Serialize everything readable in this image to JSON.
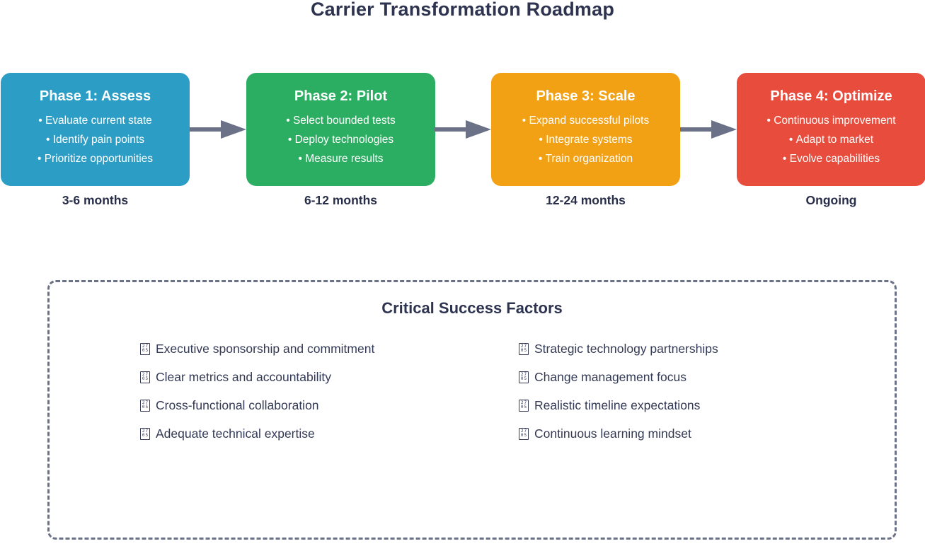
{
  "title": "Carrier Transformation Roadmap",
  "colors": {
    "phase_blue": "#2C9EC5",
    "phase_green": "#2CAE62",
    "phase_orange": "#F2A114",
    "phase_red": "#E84C3D",
    "arrow_slate": "#6B7186",
    "dashed_border": "#6B7186",
    "text_navy": "#2E3450",
    "phase_text": "#FFFFFF"
  },
  "phases": [
    {
      "title": "Phase 1: Assess",
      "bullets": [
        "Evaluate current state",
        "Identify pain points",
        "Prioritize opportunities"
      ],
      "duration": "3-6 months",
      "color": "#2C9EC5"
    },
    {
      "title": "Phase 2: Pilot",
      "bullets": [
        "Select bounded tests",
        "Deploy technologies",
        "Measure results"
      ],
      "duration": "6-12 months",
      "color": "#2CAE62"
    },
    {
      "title": "Phase 3: Scale",
      "bullets": [
        "Expand successful pilots",
        "Integrate systems",
        "Train organization"
      ],
      "duration": "12-24 months",
      "color": "#F2A114"
    },
    {
      "title": "Phase 4: Optimize",
      "bullets": [
        "Continuous improvement",
        "Adapt to market",
        "Evolve capabilities"
      ],
      "duration": "Ongoing",
      "color": "#E84C3D"
    }
  ],
  "csf": {
    "title": "Critical Success Factors",
    "icon": {
      "name": "check-mark-missing-glyph",
      "rows": [
        "27",
        "05"
      ]
    },
    "columns": [
      {
        "items": [
          "Executive sponsorship and commitment",
          "Clear metrics and accountability",
          "Cross-functional collaboration",
          "Adequate technical expertise"
        ]
      },
      {
        "items": [
          "Strategic technology partnerships",
          "Change management focus",
          "Realistic timeline expectations",
          "Continuous learning mindset"
        ]
      }
    ]
  }
}
